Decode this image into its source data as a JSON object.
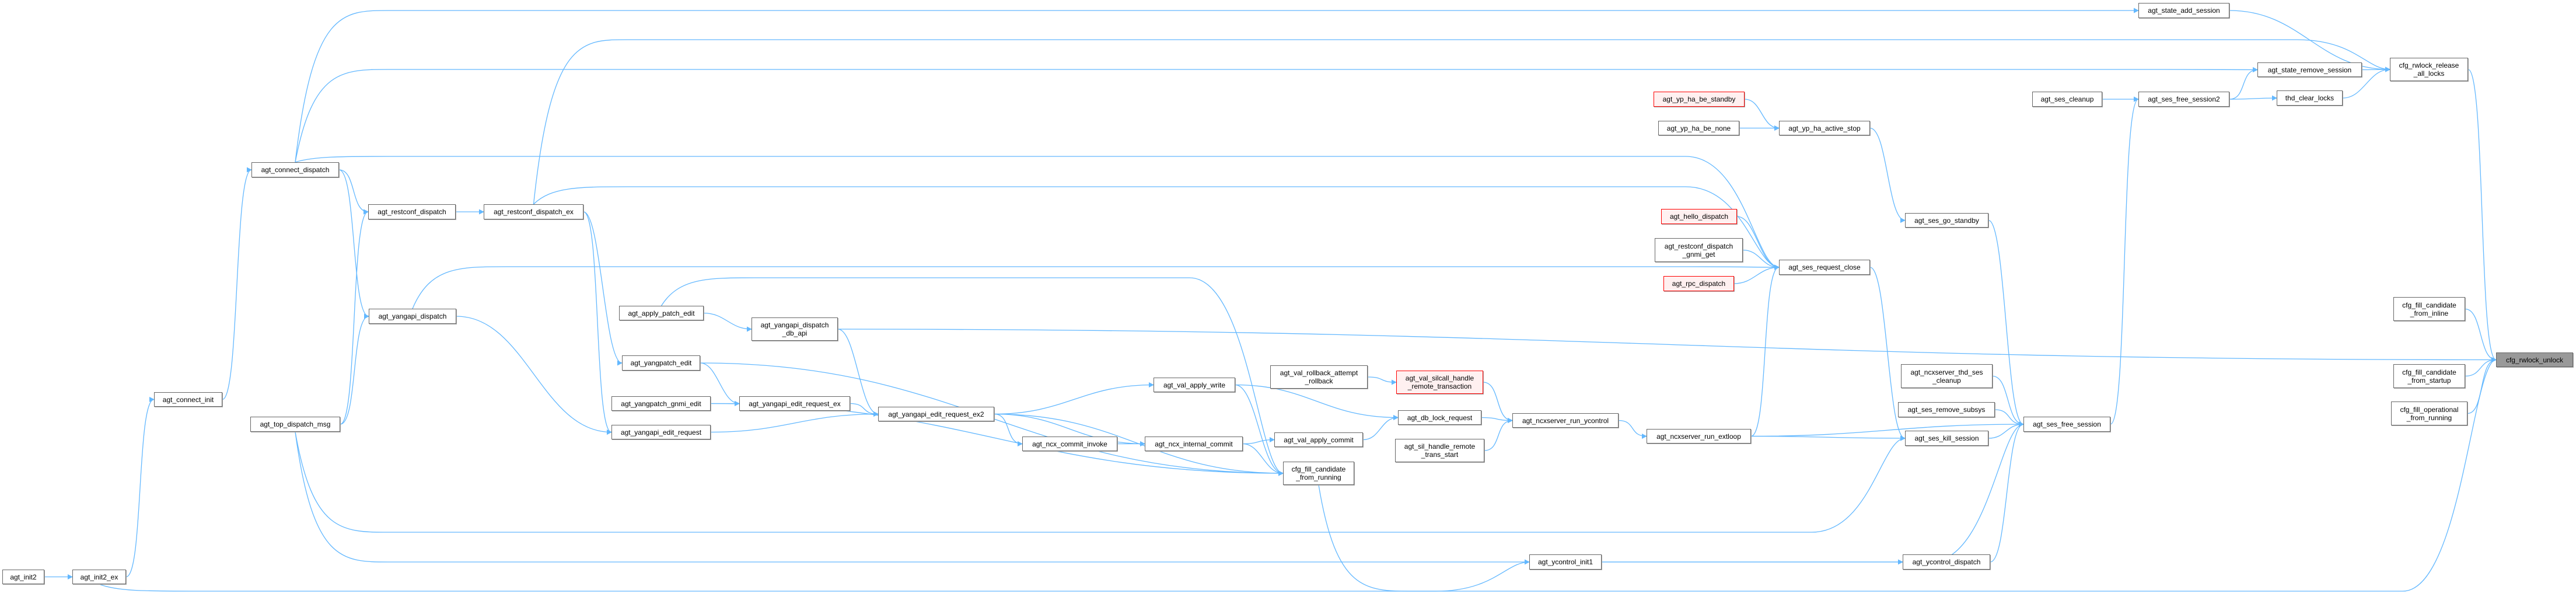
{
  "colors": {
    "edge": "#63b8ff",
    "node_border": "#666666",
    "highlight_border": "#ff0000",
    "highlight_fill": "#fff0f0",
    "root_fill": "#999999"
  },
  "nodes": [
    {
      "id": "agt_init2",
      "label": "agt_init2"
    },
    {
      "id": "agt_init2_ex",
      "label": "agt_init2_ex"
    },
    {
      "id": "agt_connect_init",
      "label": "agt_connect_init"
    },
    {
      "id": "agt_top_dispatch_msg",
      "label": "agt_top_dispatch_msg"
    },
    {
      "id": "agt_connect_dispatch",
      "label": "agt_connect_dispatch"
    },
    {
      "id": "agt_restconf_dispatch",
      "label": "agt_restconf_dispatch"
    },
    {
      "id": "agt_restconf_dispatch_ex",
      "label": "agt_restconf_dispatch_ex"
    },
    {
      "id": "agt_yangapi_dispatch",
      "label": "agt_yangapi_dispatch"
    },
    {
      "id": "agt_apply_patch_edit",
      "label": "agt_apply_patch_edit"
    },
    {
      "id": "agt_yangapi_dispatch_db_api",
      "label": "agt_yangapi_dispatch\n_db_api"
    },
    {
      "id": "agt_yangpatch_edit",
      "label": "agt_yangpatch_edit"
    },
    {
      "id": "agt_yangpatch_gnmi_edit",
      "label": "agt_yangpatch_gnmi_edit"
    },
    {
      "id": "agt_yangapi_edit_request_ex",
      "label": "agt_yangapi_edit_request_ex"
    },
    {
      "id": "agt_yangapi_edit_request",
      "label": "agt_yangapi_edit_request"
    },
    {
      "id": "agt_yangapi_edit_request_ex2",
      "label": "agt_yangapi_edit_request_ex2"
    },
    {
      "id": "agt_ncx_commit_invoke",
      "label": "agt_ncx_commit_invoke"
    },
    {
      "id": "agt_ncx_internal_commit",
      "label": "agt_ncx_internal_commit"
    },
    {
      "id": "agt_val_apply_write",
      "label": "agt_val_apply_write"
    },
    {
      "id": "agt_val_rollback_attempt_rollback",
      "label": "agt_val_rollback_attempt\n_rollback"
    },
    {
      "id": "agt_val_silcall_handle_remote_transaction",
      "label": "agt_val_silcall_handle\n_remote_transaction",
      "style": "red"
    },
    {
      "id": "agt_db_lock_request",
      "label": "agt_db_lock_request"
    },
    {
      "id": "agt_ncxserver_run_ycontrol",
      "label": "agt_ncxserver_run_ycontrol"
    },
    {
      "id": "agt_val_apply_commit",
      "label": "agt_val_apply_commit"
    },
    {
      "id": "agt_sil_handle_remote_trans_start",
      "label": "agt_sil_handle_remote\n_trans_start"
    },
    {
      "id": "agt_ncxserver_run_extloop",
      "label": "agt_ncxserver_run_extloop"
    },
    {
      "id": "cfg_fill_candidate_from_running",
      "label": "cfg_fill_candidate\n_from_running"
    },
    {
      "id": "agt_yp_ha_be_standby",
      "label": "agt_yp_ha_be_standby",
      "style": "red"
    },
    {
      "id": "agt_yp_ha_be_none",
      "label": "agt_yp_ha_be_none"
    },
    {
      "id": "agt_yp_ha_active_stop",
      "label": "agt_yp_ha_active_stop"
    },
    {
      "id": "agt_hello_dispatch",
      "label": "agt_hello_dispatch",
      "style": "red"
    },
    {
      "id": "agt_restconf_dispatch_gnmi_get",
      "label": "agt_restconf_dispatch\n_gnmi_get"
    },
    {
      "id": "agt_ses_request_close",
      "label": "agt_ses_request_close"
    },
    {
      "id": "agt_rpc_dispatch",
      "label": "agt_rpc_dispatch",
      "style": "red"
    },
    {
      "id": "agt_ses_go_standby",
      "label": "agt_ses_go_standby"
    },
    {
      "id": "agt_ncxserver_thd_ses_cleanup",
      "label": "agt_ncxserver_thd_ses\n_cleanup"
    },
    {
      "id": "agt_ses_remove_subsys",
      "label": "agt_ses_remove_subsys"
    },
    {
      "id": "agt_ses_kill_session",
      "label": "agt_ses_kill_session"
    },
    {
      "id": "agt_ses_free_session",
      "label": "agt_ses_free_session"
    },
    {
      "id": "agt_ycontrol_init1",
      "label": "agt_ycontrol_init1"
    },
    {
      "id": "agt_ycontrol_dispatch",
      "label": "agt_ycontrol_dispatch"
    },
    {
      "id": "agt_state_add_session",
      "label": "agt_state_add_session"
    },
    {
      "id": "cfg_rwlock_release_all_locks",
      "label": "cfg_rwlock_release\n_all_locks"
    },
    {
      "id": "agt_state_remove_session",
      "label": "agt_state_remove_session"
    },
    {
      "id": "agt_ses_cleanup",
      "label": "agt_ses_cleanup"
    },
    {
      "id": "agt_ses_free_session2",
      "label": "agt_ses_free_session2"
    },
    {
      "id": "thd_clear_locks",
      "label": "thd_clear_locks"
    },
    {
      "id": "cfg_fill_candidate_from_inline",
      "label": "cfg_fill_candidate\n_from_inline"
    },
    {
      "id": "cfg_rwlock_unlock",
      "label": "cfg_rwlock_unlock",
      "style": "root"
    },
    {
      "id": "cfg_fill_candidate_from_startup",
      "label": "cfg_fill_candidate\n_from_startup"
    },
    {
      "id": "cfg_fill_operational_from_running",
      "label": "cfg_fill_operational\n_from_running"
    }
  ],
  "edges": [
    [
      "agt_init2",
      "agt_init2_ex"
    ],
    [
      "agt_init2_ex",
      "agt_connect_init"
    ],
    [
      "agt_init2_ex",
      "agt_ycontrol_init1"
    ],
    [
      "agt_connect_init",
      "agt_connect_dispatch"
    ],
    [
      "agt_connect_dispatch",
      "agt_restconf_dispatch"
    ],
    [
      "agt_connect_dispatch",
      "agt_yangapi_dispatch"
    ],
    [
      "agt_connect_dispatch",
      "agt_state_add_session"
    ],
    [
      "agt_connect_dispatch",
      "agt_state_remove_session"
    ],
    [
      "agt_connect_dispatch",
      "agt_ses_request_close"
    ],
    [
      "agt_top_dispatch_msg",
      "agt_restconf_dispatch"
    ],
    [
      "agt_top_dispatch_msg",
      "agt_yangapi_dispatch"
    ],
    [
      "agt_top_dispatch_msg",
      "agt_ses_kill_session"
    ],
    [
      "agt_top_dispatch_msg",
      "agt_ses_free_session"
    ],
    [
      "agt_restconf_dispatch",
      "agt_restconf_dispatch_ex"
    ],
    [
      "agt_restconf_dispatch_ex",
      "cfg_rwlock_release_all_locks"
    ],
    [
      "agt_restconf_dispatch_ex",
      "agt_ses_request_close"
    ],
    [
      "agt_restconf_dispatch_ex",
      "agt_yangpatch_edit"
    ],
    [
      "agt_restconf_dispatch_ex",
      "agt_yangapi_edit_request"
    ],
    [
      "agt_yangapi_dispatch",
      "agt_ses_request_close"
    ],
    [
      "agt_yangapi_dispatch",
      "agt_yangapi_edit_request"
    ],
    [
      "agt_apply_patch_edit",
      "agt_yangapi_dispatch_db_api"
    ],
    [
      "agt_apply_patch_edit",
      "cfg_fill_candidate_from_running"
    ],
    [
      "agt_yangapi_dispatch_db_api",
      "cfg_rwlock_unlock"
    ],
    [
      "agt_yangapi_dispatch_db_api",
      "agt_yangapi_edit_request_ex2"
    ],
    [
      "agt_yangpatch_edit",
      "agt_yangapi_edit_request_ex"
    ],
    [
      "agt_yangpatch_edit",
      "cfg_fill_candidate_from_running"
    ],
    [
      "agt_yangpatch_gnmi_edit",
      "agt_yangapi_edit_request_ex"
    ],
    [
      "agt_yangpatch_gnmi_edit",
      "cfg_fill_candidate_from_running"
    ],
    [
      "agt_yangapi_edit_request_ex",
      "agt_yangapi_edit_request_ex2"
    ],
    [
      "agt_yangapi_edit_request",
      "agt_yangapi_edit_request_ex2"
    ],
    [
      "agt_yangapi_edit_request_ex2",
      "agt_val_apply_write"
    ],
    [
      "agt_yangapi_edit_request_ex2",
      "agt_ncx_commit_invoke"
    ],
    [
      "agt_yangapi_edit_request_ex2",
      "agt_ncx_internal_commit"
    ],
    [
      "agt_yangapi_edit_request_ex2",
      "cfg_fill_candidate_from_running"
    ],
    [
      "agt_ncx_commit_invoke",
      "agt_ncx_internal_commit"
    ],
    [
      "agt_ncx_internal_commit",
      "agt_val_apply_commit"
    ],
    [
      "agt_ncx_internal_commit",
      "cfg_fill_candidate_from_running"
    ],
    [
      "agt_val_apply_write",
      "agt_db_lock_request"
    ],
    [
      "agt_val_apply_write",
      "cfg_fill_candidate_from_running"
    ],
    [
      "agt_val_rollback_attempt_rollback",
      "agt_val_silcall_handle_remote_transaction"
    ],
    [
      "agt_val_apply_commit",
      "agt_db_lock_request"
    ],
    [
      "agt_val_silcall_handle_remote_transaction",
      "agt_ncxserver_run_ycontrol"
    ],
    [
      "agt_db_lock_request",
      "agt_ncxserver_run_ycontrol"
    ],
    [
      "agt_sil_handle_remote_trans_start",
      "agt_ncxserver_run_ycontrol"
    ],
    [
      "agt_ncxserver_run_ycontrol",
      "agt_ncxserver_run_extloop"
    ],
    [
      "agt_ncxserver_run_extloop",
      "agt_ses_request_close"
    ],
    [
      "agt_ncxserver_run_extloop",
      "agt_ses_kill_session"
    ],
    [
      "agt_ncxserver_run_extloop",
      "agt_ses_free_session"
    ],
    [
      "agt_yp_ha_be_standby",
      "agt_yp_ha_active_stop"
    ],
    [
      "agt_yp_ha_be_none",
      "agt_yp_ha_active_stop"
    ],
    [
      "agt_yp_ha_active_stop",
      "agt_ses_go_standby"
    ],
    [
      "agt_hello_dispatch",
      "agt_ses_request_close"
    ],
    [
      "agt_restconf_dispatch_gnmi_get",
      "agt_ses_request_close"
    ],
    [
      "agt_rpc_dispatch",
      "agt_ses_request_close"
    ],
    [
      "agt_ses_request_close",
      "agt_ses_kill_session"
    ],
    [
      "agt_ses_go_standby",
      "agt_ses_free_session"
    ],
    [
      "agt_ses_kill_session",
      "agt_ses_free_session"
    ],
    [
      "agt_ses_remove_subsys",
      "agt_ses_free_session"
    ],
    [
      "agt_ncxserver_thd_ses_cleanup",
      "agt_ses_free_session"
    ],
    [
      "agt_ycontrol_dispatch",
      "agt_ses_free_session"
    ],
    [
      "agt_ycontrol_init1",
      "agt_ycontrol_dispatch"
    ],
    [
      "agt_ses_free_session",
      "agt_ses_free_session2"
    ],
    [
      "agt_ses_cleanup",
      "agt_ses_free_session2"
    ],
    [
      "agt_ses_free_session2",
      "agt_state_remove_session"
    ],
    [
      "agt_ses_free_session2",
      "thd_clear_locks"
    ],
    [
      "agt_state_add_session",
      "cfg_rwlock_release_all_locks"
    ],
    [
      "agt_state_remove_session",
      "cfg_rwlock_release_all_locks"
    ],
    [
      "thd_clear_locks",
      "cfg_rwlock_release_all_locks"
    ],
    [
      "cfg_rwlock_release_all_locks",
      "cfg_rwlock_unlock"
    ],
    [
      "cfg_fill_candidate_from_inline",
      "cfg_rwlock_unlock"
    ],
    [
      "cfg_fill_candidate_from_startup",
      "cfg_rwlock_unlock"
    ],
    [
      "cfg_fill_operational_from_running",
      "cfg_rwlock_unlock"
    ],
    [
      "cfg_fill_candidate_from_running",
      "cfg_rwlock_unlock"
    ]
  ]
}
